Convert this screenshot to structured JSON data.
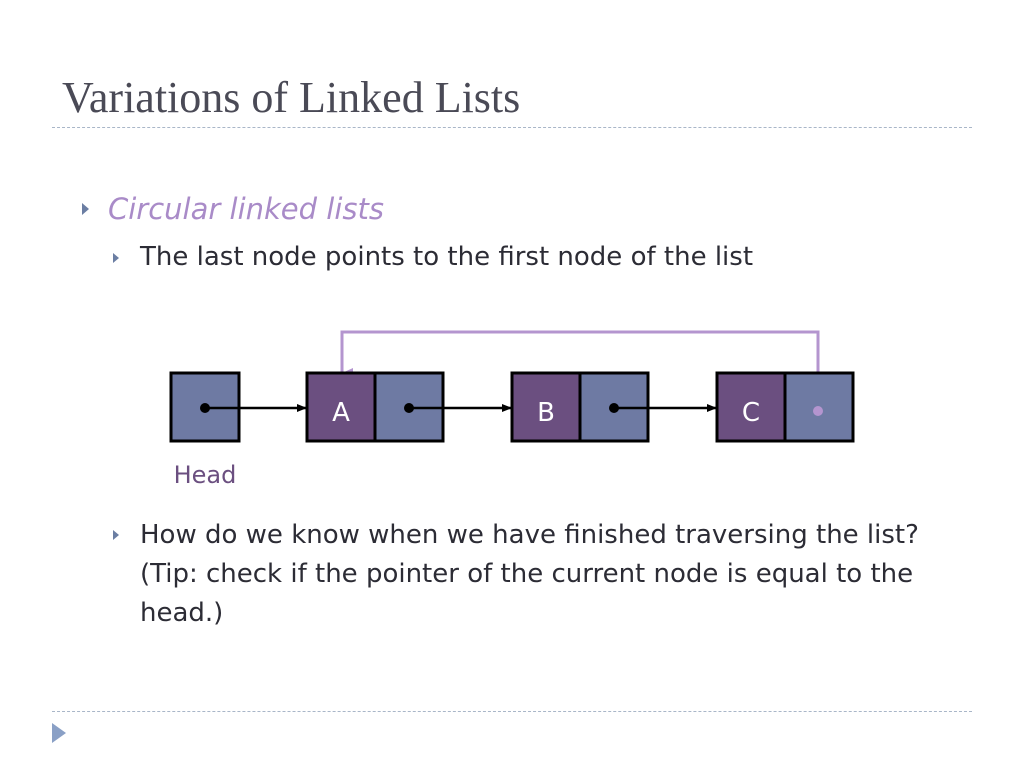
{
  "slide": {
    "title": "Variations of Linked Lists",
    "bullet1": "Circular linked lists",
    "sub1": "The last node points to the first node of the list",
    "sub2": "How do we know when we have finished traversing the list? (Tip: check if the pointer of the current node is equal to the head.)"
  },
  "diagram": {
    "head_label": "Head",
    "nodes": [
      "A",
      "B",
      "C"
    ]
  },
  "colors": {
    "node_data": "#6b4f80",
    "node_pointer": "#6e7aa3",
    "loop_arrow": "#b495cf",
    "head_label": "#6b4f80"
  }
}
